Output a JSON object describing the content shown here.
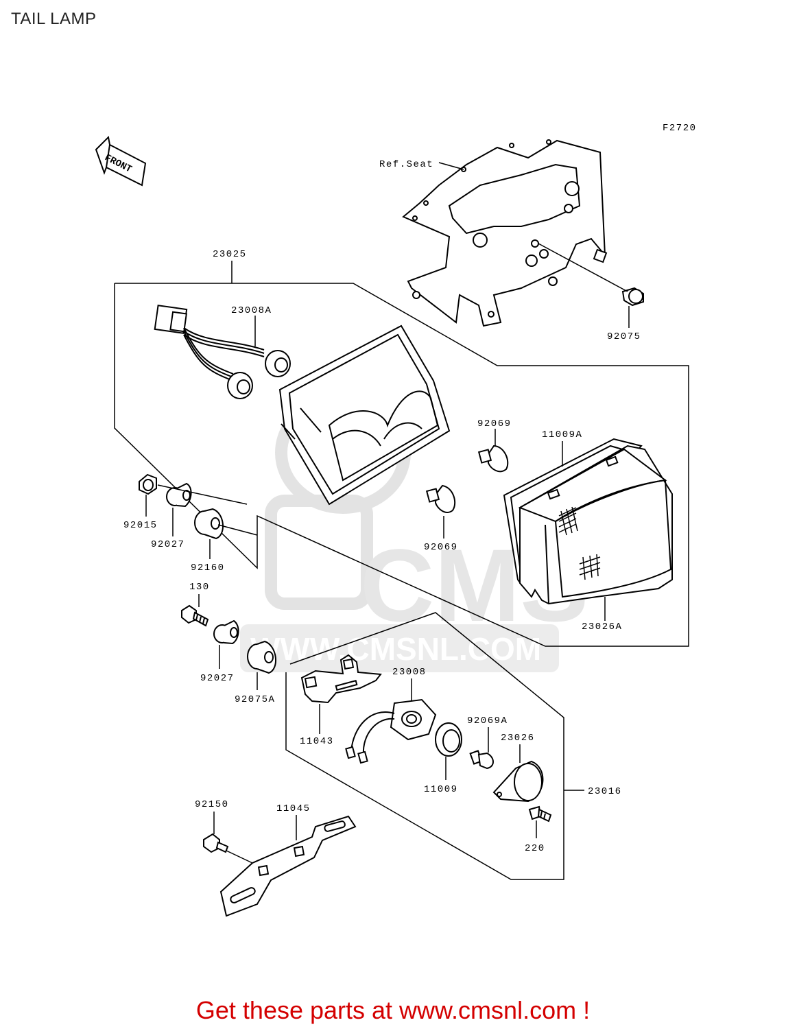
{
  "page": {
    "title": "TAIL LAMP"
  },
  "diagram": {
    "figure_code": "F2720",
    "front_marker": "FRONT",
    "watermark": {
      "brand": "CMS",
      "url": "WWW.CMSNL.COM"
    },
    "labels": {
      "ref_seat": "Ref.Seat",
      "p23025": "23025",
      "p23008A": "23008A",
      "p92075_top": "92075",
      "p92069_top": "92069",
      "p11009A": "11009A",
      "p92015": "92015",
      "p92027_top": "92027",
      "p92160": "92160",
      "p92069_mid": "92069",
      "p130": "130",
      "p23026A": "23026A",
      "p92027_bot": "92027",
      "p92075A": "92075A",
      "p23008": "23008",
      "p11043": "11043",
      "p92069A": "92069A",
      "p23026": "23026",
      "p11009": "11009",
      "p23016": "23016",
      "p92150": "92150",
      "p11045": "11045",
      "p220": "220"
    },
    "colors": {
      "line": "#000000",
      "watermark": "#e3e3e3",
      "cta": "#d40000"
    }
  },
  "footer": {
    "cta_text": "Get these parts at www.cmsnl.com !"
  }
}
